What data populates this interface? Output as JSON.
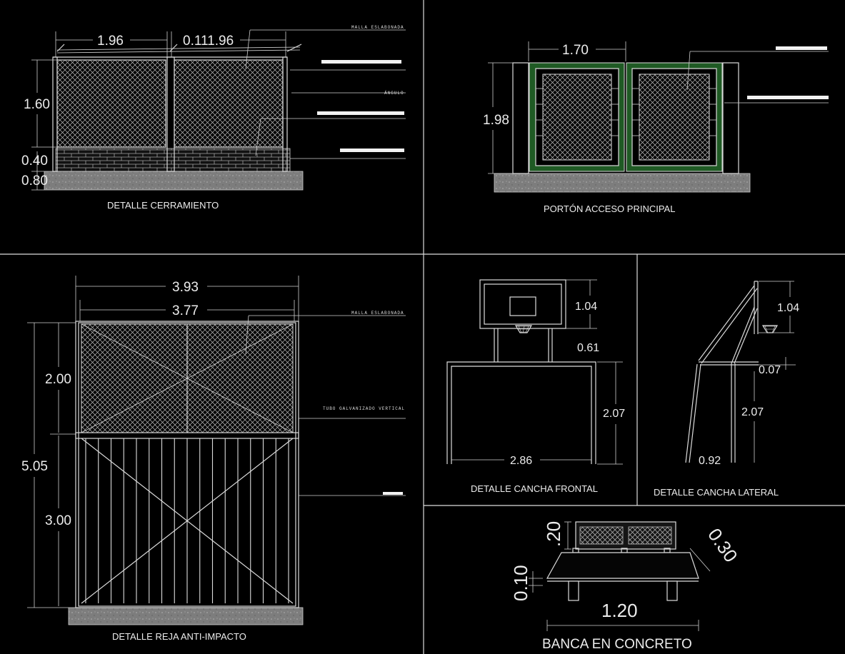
{
  "colors": {
    "background": "#000000",
    "line": "#dcdcdc",
    "frame_green": "#1f5a24",
    "concrete": "#8a8a8a",
    "brick": "#9a9a9a"
  },
  "panels": {
    "cerramiento": {
      "title": "DETALLE CERRAMIENTO",
      "dims": {
        "w1": "1.96",
        "w2": "0.111.96",
        "h_mesh": "1.60",
        "h_wall": "0.40",
        "h_base": "0.80"
      },
      "notes": {
        "malla": "MALLA ESLABONADA",
        "angulo": "ÁNGULO"
      }
    },
    "porton": {
      "title": "PORTÓN ACCESO PRINCIPAL",
      "dims": {
        "width": "1.70",
        "height": "1.98"
      }
    },
    "reja": {
      "title": "DETALLE REJA ANTI-IMPACTO",
      "dims": {
        "outer": "3.93",
        "inner": "3.77",
        "h_total": "5.05",
        "h_top": "2.00",
        "h_bottom": "3.00"
      },
      "notes": {
        "malla": "MALLA ESLABONADA",
        "tubo": "TUBO GALVANIZADO VERTICAL"
      }
    },
    "cancha_frontal": {
      "title": "DETALLE CANCHA FRONTAL",
      "dims": {
        "board": "1.04",
        "gap": "0.61",
        "height": "2.07",
        "width": "2.86"
      }
    },
    "cancha_lateral": {
      "title": "DETALLE CANCHA LATERAL",
      "dims": {
        "board": "1.04",
        "offset": "0.07",
        "height": "2.07",
        "base": "0.92"
      }
    },
    "banca": {
      "title": "BANCA EN CONCRETO",
      "dims": {
        "back": ".20",
        "depth": "0.30",
        "seat": "0.10",
        "length": "1.20"
      }
    }
  }
}
